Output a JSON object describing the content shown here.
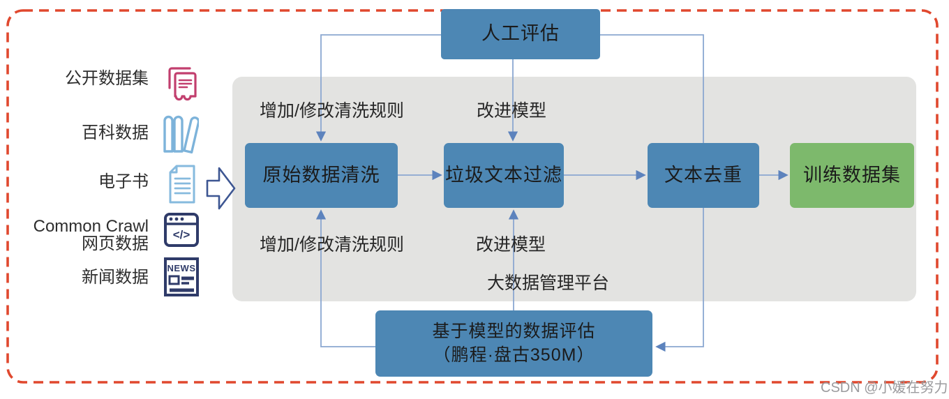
{
  "sources": {
    "items": [
      {
        "label": "公开数据集"
      },
      {
        "label": "百科数据"
      },
      {
        "label": "电子书"
      },
      {
        "label": "Common Crawl",
        "label2": "网页数据"
      },
      {
        "label": "新闻数据"
      }
    ],
    "news_icon_text": "NEWS",
    "code_icon_text": "</>"
  },
  "pipeline": {
    "human_eval": "人工评估",
    "stages": [
      "原始数据清洗",
      "垃圾文本过滤",
      "文本去重",
      "训练数据集"
    ],
    "model_eval_line1": "基于模型的数据评估",
    "model_eval_line2": "（鹏程·盘古350M）",
    "labels": {
      "add_rules_top": "增加/修改清洗规则",
      "improve_model_top": "改进模型",
      "add_rules_bottom": "增加/修改清洗规则",
      "improve_model_bottom": "改进模型",
      "platform": "大数据管理平台"
    }
  },
  "colors": {
    "box_blue": "#4d87b4",
    "box_green": "#7db96c",
    "panel_gray": "#e3e3e1",
    "border_red": "#e0482e",
    "connector_line": "#8ba7d1",
    "connector_arrow": "#5d83bd",
    "icon_pink": "#c23f6e",
    "icon_light_blue": "#7db3da",
    "icon_navy": "#2f3b69"
  },
  "watermark": "CSDN @小媛在努力"
}
